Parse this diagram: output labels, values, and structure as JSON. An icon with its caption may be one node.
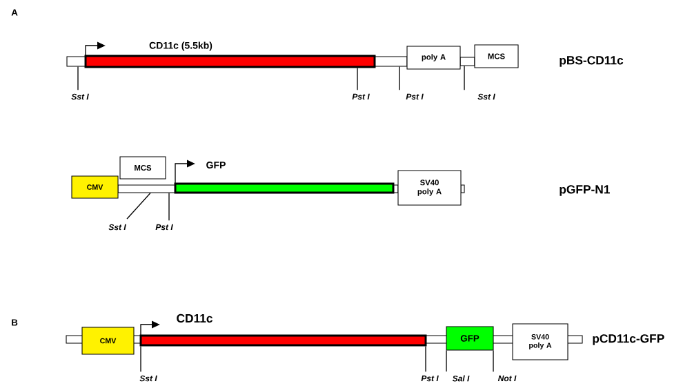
{
  "diagram": {
    "nodes": [
      {
        "text": [
          "CD11c (5.5kb)"
        ]
      },
      {
        "text": [
          "poly A"
        ]
      },
      {
        "text": [
          "MCS"
        ]
      },
      {
        "text": [
          "Sst I"
        ]
      },
      {
        "text": [
          "Pst I"
        ]
      },
      {
        "text": [
          "Pst I"
        ]
      },
      {
        "text": [
          "Sst I"
        ]
      },
      {
        "text": [
          "CMV"
        ]
      },
      {
        "text": [
          "MCS"
        ]
      },
      {
        "text": [
          "GFP"
        ]
      },
      {
        "text": [
          "SV40 poly A"
        ]
      },
      {
        "text": [
          "Sst I"
        ]
      },
      {
        "text": [
          "Pst I"
        ]
      },
      {
        "text": [
          "CMV"
        ]
      },
      {
        "text": [
          "CD11c"
        ]
      },
      {
        "text": [
          "GFP"
        ]
      },
      {
        "text": [
          "SV40 poly A"
        ]
      },
      {
        "text": [
          "Sst I"
        ]
      },
      {
        "text": [
          "Pst I"
        ]
      },
      {
        "text": [
          "Sal I"
        ]
      },
      {
        "text": [
          "Not I"
        ]
      },
      {
        "text": [],
        "shape": "bar"
      },
      {
        "text": [],
        "shape": "bar"
      },
      {
        "text": [],
        "shape": "bar"
      },
      {
        "text": [],
        "shape": "bar"
      },
      {
        "text": [],
        "shape": "bar"
      },
      {
        "text": [],
        "shape": "bar"
      }
    ],
    "edges": [
      {
        "from": 3,
        "to": 21,
        "arrow": "none"
      },
      {
        "from": 4,
        "to": 0,
        "arrow": "none"
      },
      {
        "from": 5,
        "to": 21,
        "arrow": "none"
      },
      {
        "from": 6,
        "to": 22,
        "arrow": "none"
      },
      {
        "from": 11,
        "to": 23,
        "arrow": "none"
      },
      {
        "from": 12,
        "to": 23,
        "arrow": "none"
      },
      {
        "from": 17,
        "to": 14,
        "arrow": "none"
      },
      {
        "from": 18,
        "to": 14,
        "arrow": "none"
      },
      {
        "from": 19,
        "to": 15,
        "arrow": "none"
      },
      {
        "from": 20,
        "to": 15,
        "arrow": "none"
      }
    ],
    "labels": [
      "A",
      "pBS-CD11c",
      "pGFP-N1",
      "B",
      "pCD11c-GFP"
    ]
  }
}
